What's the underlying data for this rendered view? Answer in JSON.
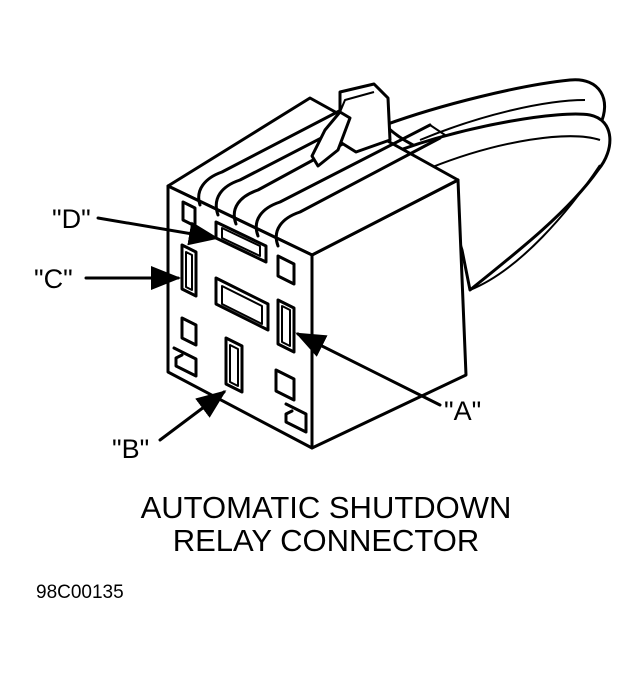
{
  "diagram": {
    "callouts": {
      "d": "\"D\"",
      "c": "\"C\"",
      "a": "\"A\"",
      "b": "\"B\""
    },
    "caption": {
      "line1": "AUTOMATIC SHUTDOWN",
      "line2": "RELAY CONNECTOR"
    },
    "figure_code": "98C00135"
  }
}
